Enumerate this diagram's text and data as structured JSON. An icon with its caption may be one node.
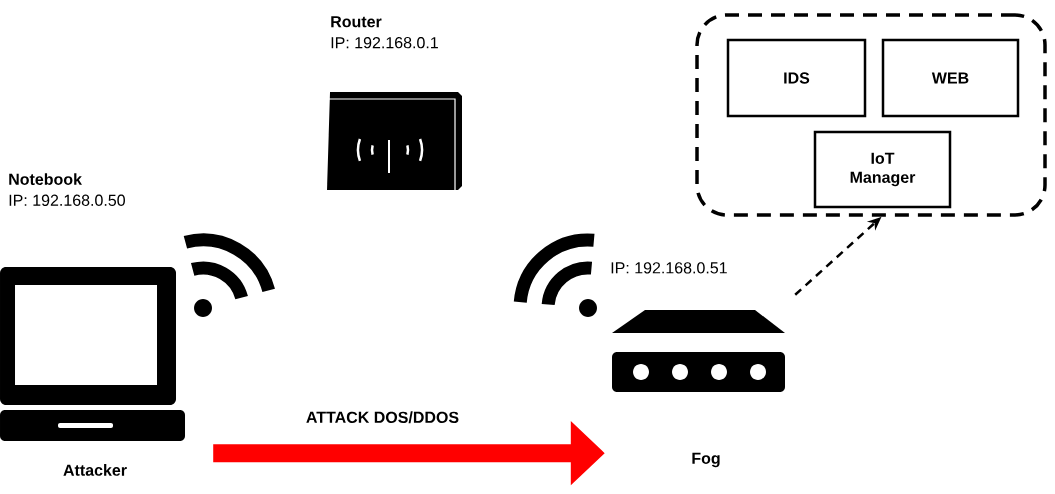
{
  "diagram": {
    "nodes": [
      {
        "text": [
          "Notebook",
          "IP: 192.168.0.50"
        ],
        "beside": [
          "Attacker"
        ]
      },
      {
        "text": [
          "Router",
          "IP: 192.168.0.1"
        ]
      },
      {
        "text": [
          "IP: 192.168.0.51"
        ],
        "beside": [
          "Fog"
        ]
      },
      {
        "text": [],
        "shape": "box"
      },
      {
        "text": [
          "IDS"
        ],
        "in": 3
      },
      {
        "text": [
          "WEB"
        ],
        "in": 3
      },
      {
        "text": [
          "IoT Manager"
        ],
        "in": 3
      }
    ],
    "edges": [
      {
        "from": 0,
        "to": 2,
        "arrow": "to",
        "label": "ATTACK DOS/DDOS",
        "style": "thick",
        "color": "#ff0000"
      },
      {
        "from": 2,
        "to": 3,
        "arrow": "to",
        "style": "dashed",
        "color": "#000000"
      }
    ]
  }
}
